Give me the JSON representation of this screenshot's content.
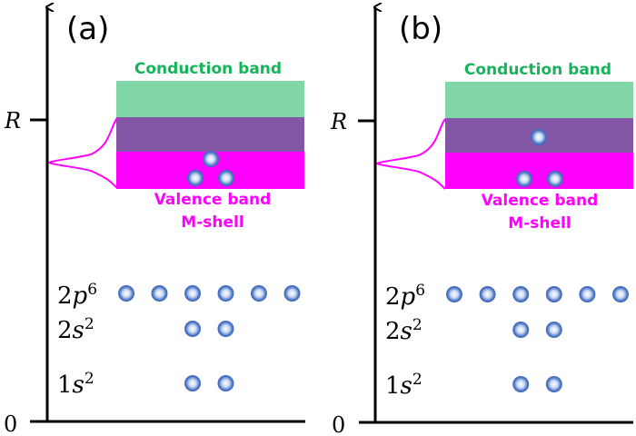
{
  "figure": {
    "colors": {
      "conduction_band": "#82d7a8",
      "overlap_band": "#8255a5",
      "valence_band": "#ff00ff",
      "conduction_label": "#16b35a",
      "valence_label": "#ff00ff",
      "curve": "#ff00ff",
      "electron_edge": "#4a74c9",
      "axis": "#000000"
    },
    "panels": [
      {
        "id": "a",
        "label": "(a)",
        "axis_top_label": "R",
        "axis_zero_label": "0",
        "conduction_label": "Conduction band",
        "valence_label_line1": "Valence band",
        "valence_label_line2": "M-shell",
        "levels": [
          {
            "name": "2p",
            "num": "2",
            "letter": "p",
            "sup": "6",
            "electrons": 6
          },
          {
            "name": "2s",
            "num": "2",
            "letter": "s",
            "sup": "2",
            "electrons": 2
          },
          {
            "name": "1s",
            "num": "1",
            "letter": "s",
            "sup": "2",
            "electrons": 2
          }
        ],
        "band_electrons": {
          "in_overlap": 0,
          "in_valence": 3
        }
      },
      {
        "id": "b",
        "label": "(b)",
        "axis_top_label": "R",
        "axis_zero_label": "0",
        "conduction_label": "Conduction band",
        "valence_label_line1": "Valence band",
        "valence_label_line2": "M-shell",
        "levels": [
          {
            "name": "2p",
            "num": "2",
            "letter": "p",
            "sup": "6",
            "electrons": 6
          },
          {
            "name": "2s",
            "num": "2",
            "letter": "s",
            "sup": "2",
            "electrons": 2
          },
          {
            "name": "1s",
            "num": "1",
            "letter": "s",
            "sup": "2",
            "electrons": 2
          }
        ],
        "band_electrons": {
          "in_overlap": 1,
          "in_valence": 2
        }
      }
    ]
  }
}
